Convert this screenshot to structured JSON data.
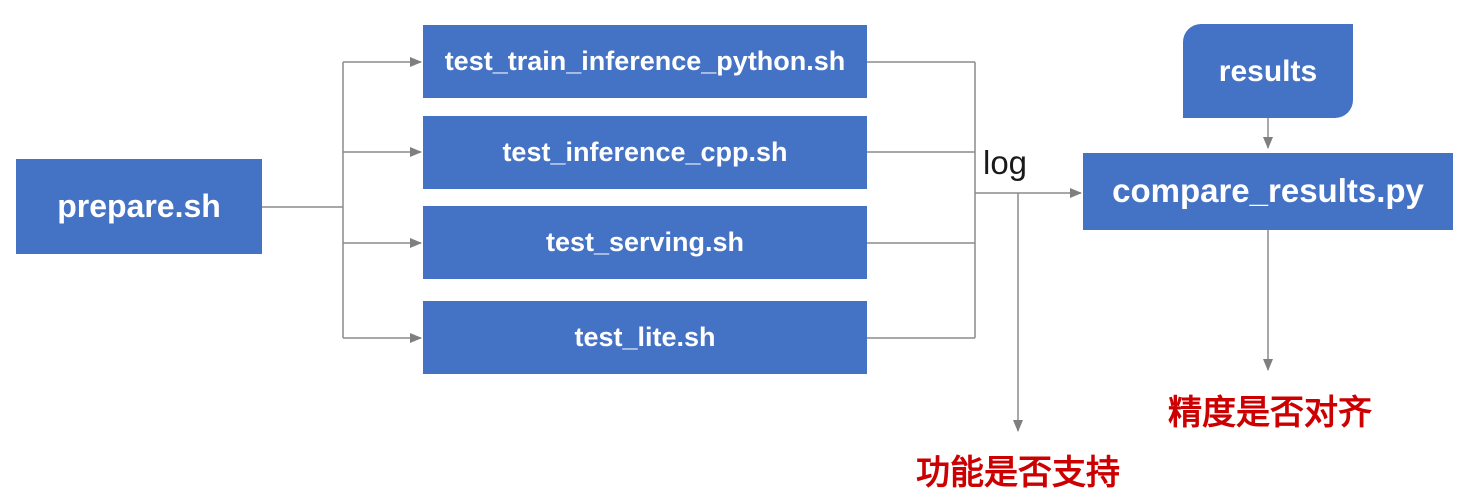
{
  "nodes": {
    "prepare": {
      "label": "prepare.sh"
    },
    "tests": [
      {
        "label": "test_train_inference_python.sh"
      },
      {
        "label": "test_inference_cpp.sh"
      },
      {
        "label": "test_serving.sh"
      },
      {
        "label": "test_lite.sh"
      }
    ],
    "results": {
      "label": "results"
    },
    "compare": {
      "label": "compare_results.py"
    }
  },
  "edge_labels": {
    "log": "log"
  },
  "annotations": {
    "function_support": "功能是否支持",
    "precision_alignment": "精度是否对齐"
  },
  "colors": {
    "node_fill": "#4472C4",
    "node_text": "#FFFFFF",
    "connector": "#8C8C8C",
    "arrowhead": "#7F7F7F",
    "edge_label_text": "#1A1A1A",
    "annotation_text": "#CC0000",
    "background": "#FFFFFF"
  }
}
